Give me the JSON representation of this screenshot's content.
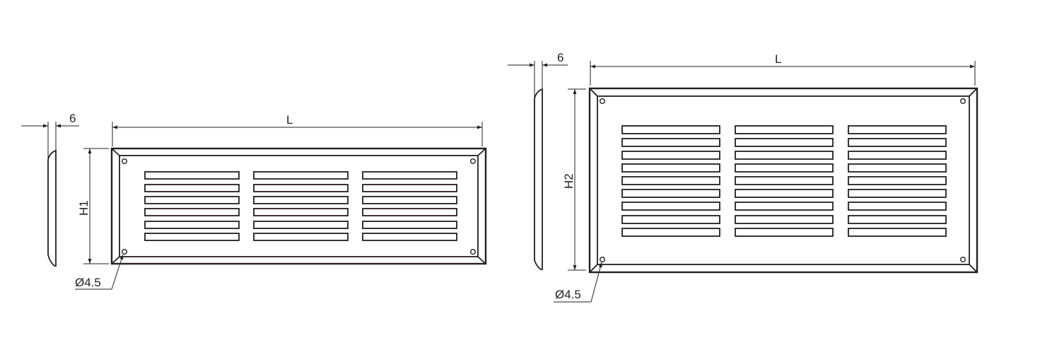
{
  "drawings": [
    {
      "name": "small-grille",
      "thickness_label": "6",
      "length_label": "L",
      "height_label": "H1",
      "hole_label": "Ø4.5",
      "slat_columns": 3,
      "slat_rows": 6
    },
    {
      "name": "large-grille",
      "thickness_label": "6",
      "length_label": "L",
      "height_label": "H2",
      "hole_label": "Ø4.5",
      "slat_columns": 3,
      "slat_rows": 9
    }
  ],
  "colors": {
    "line": "#231f20",
    "background": "#ffffff"
  }
}
